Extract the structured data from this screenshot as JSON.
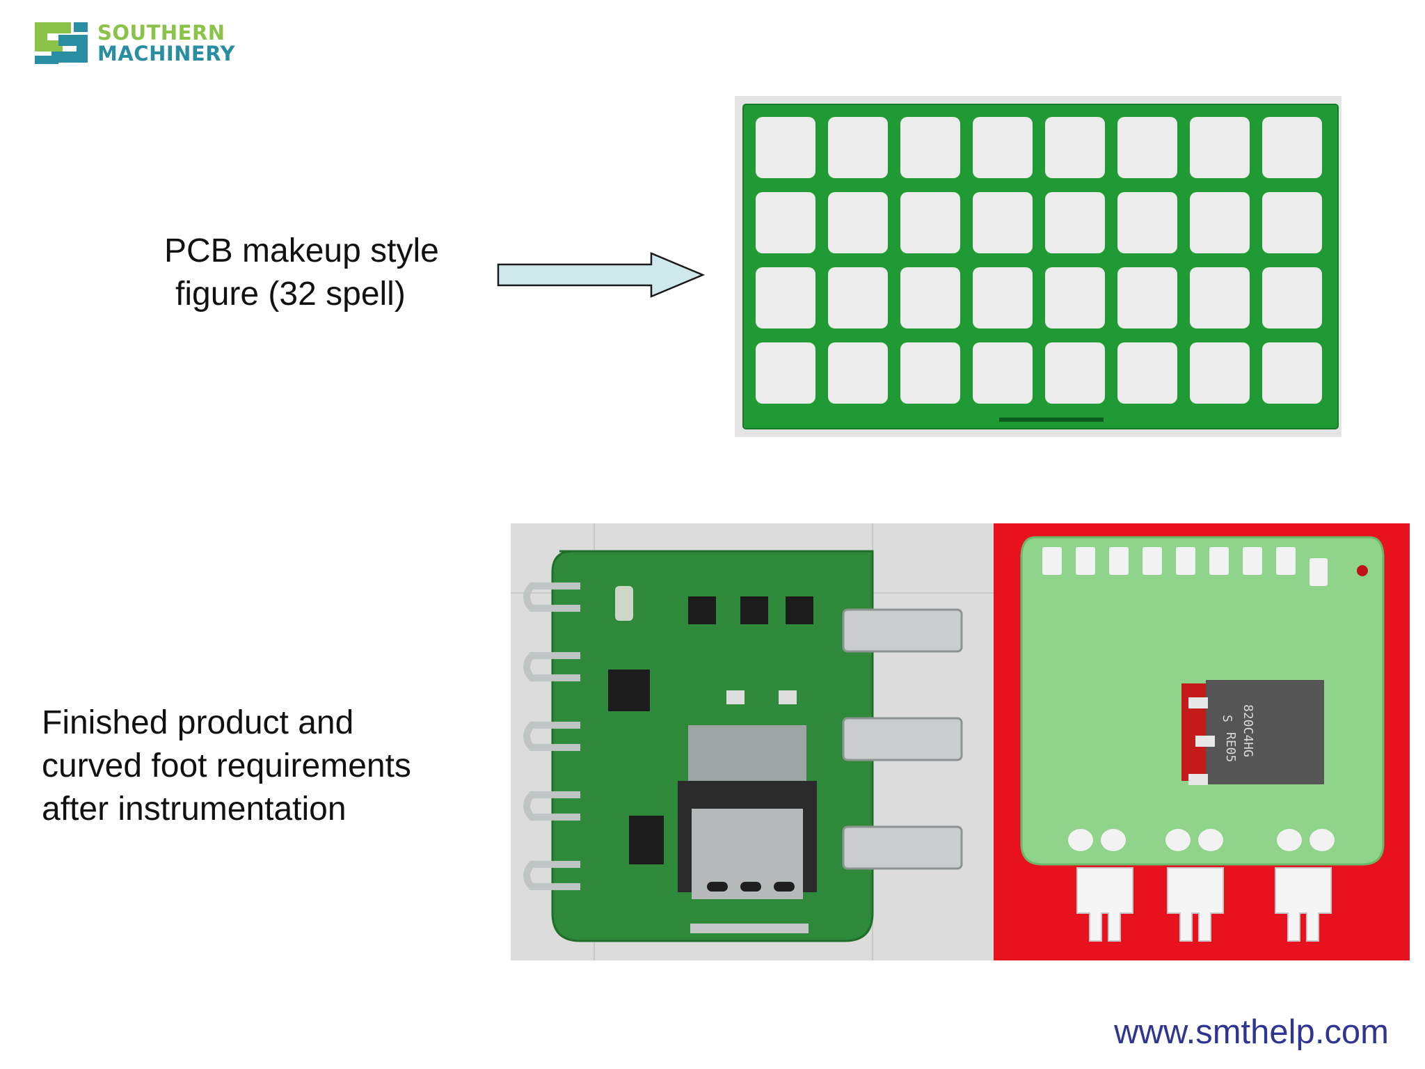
{
  "logo": {
    "line1": "SOUTHERN",
    "line2": "MACHINERY",
    "colors": {
      "green": "#8bc34a",
      "teal": "#2a8ea3"
    }
  },
  "captions": {
    "panel_line1": "PCB makeup style",
    "panel_line2": "figure (32 spell)",
    "finished_line1": "Finished product and",
    "finished_line2": "curved foot requirements",
    "finished_line3": "after instrumentation"
  },
  "arrow": {
    "fill": "#cfe8ec",
    "direction": "right"
  },
  "photos": {
    "panel": {
      "rows": 4,
      "cols": 8,
      "board_color": "#1f9a35"
    },
    "finished": {
      "background": "#dcdcdc",
      "board_color": "#2e8a3a"
    },
    "red": {
      "background": "#e8121e",
      "board_color": "#8fd48a",
      "chip_text": [
        "S",
        "820C4HG",
        "RE05"
      ]
    }
  },
  "footer": {
    "url": "www.smthelp.com",
    "color": "#2f3590"
  }
}
